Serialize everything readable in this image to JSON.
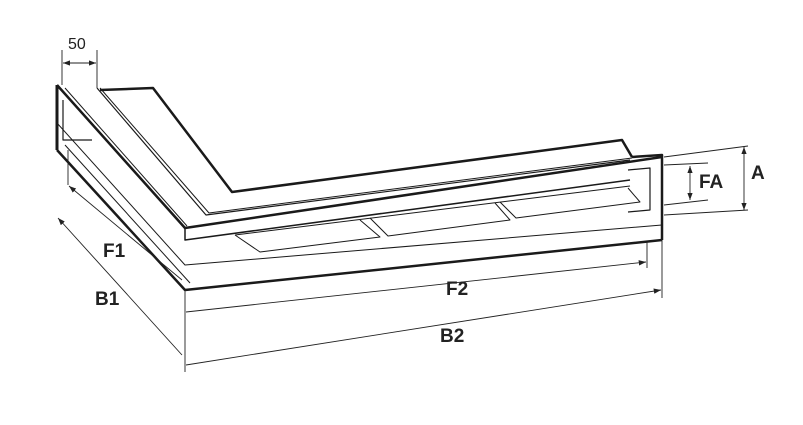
{
  "diagram": {
    "labels": {
      "width_50": "50",
      "f1": "F1",
      "b1": "B1",
      "f2": "F2",
      "b2": "B2",
      "fa": "FA",
      "a": "A"
    },
    "colors": {
      "line": "#1a1a1a",
      "background": "#ffffff"
    }
  }
}
